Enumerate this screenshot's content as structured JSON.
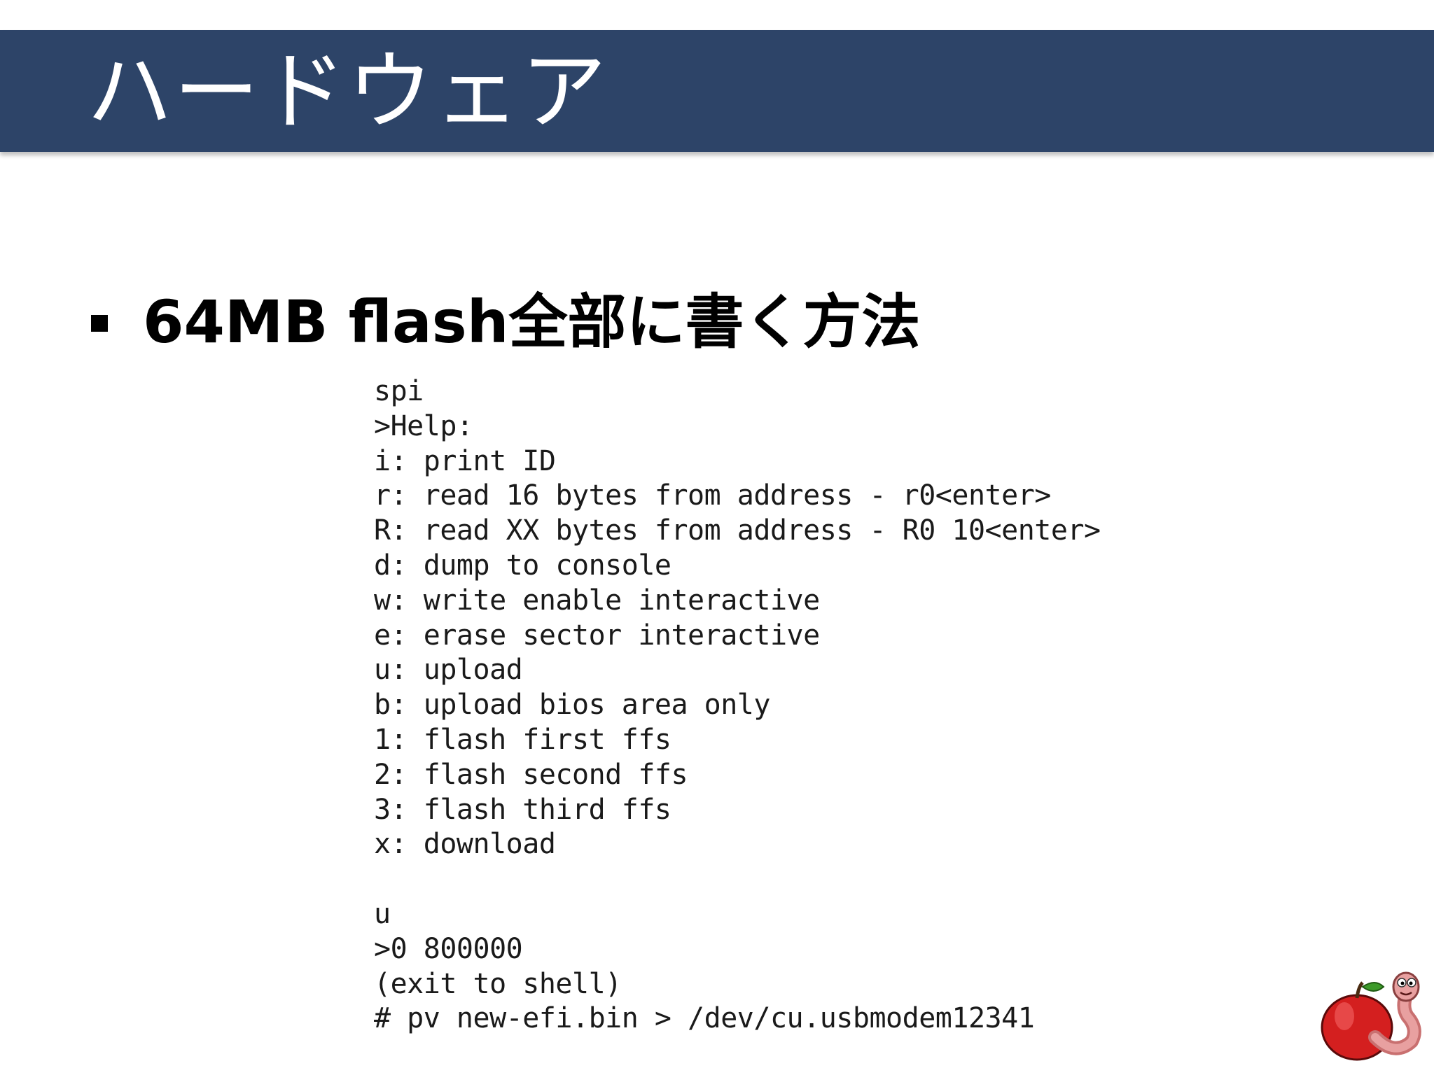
{
  "slide": {
    "title": "ハードウェア",
    "bullet": "64MB flash全部に書く方法"
  },
  "terminal": {
    "lines": [
      "spi",
      ">Help:",
      "i: print ID",
      "r: read 16 bytes from address - r0<enter>",
      "R: read XX bytes from address - R0 10<enter>",
      "d: dump to console",
      "w: write enable interactive",
      "e: erase sector interactive",
      "u: upload",
      "b: upload bios area only",
      "1: flash first ffs",
      "2: flash second ffs",
      "3: flash third ffs",
      "x: download",
      "",
      "u",
      ">0 800000",
      "(exit to shell)",
      "# pv new-efi.bin > /dev/cu.usbmodem12341"
    ]
  },
  "logo": {
    "icon": "apple-worm-logo-icon"
  },
  "colors": {
    "title_bar": "#2d4468",
    "title_text": "#ffffff",
    "body_text": "#000000",
    "terminal_text": "#1a1a1a"
  }
}
